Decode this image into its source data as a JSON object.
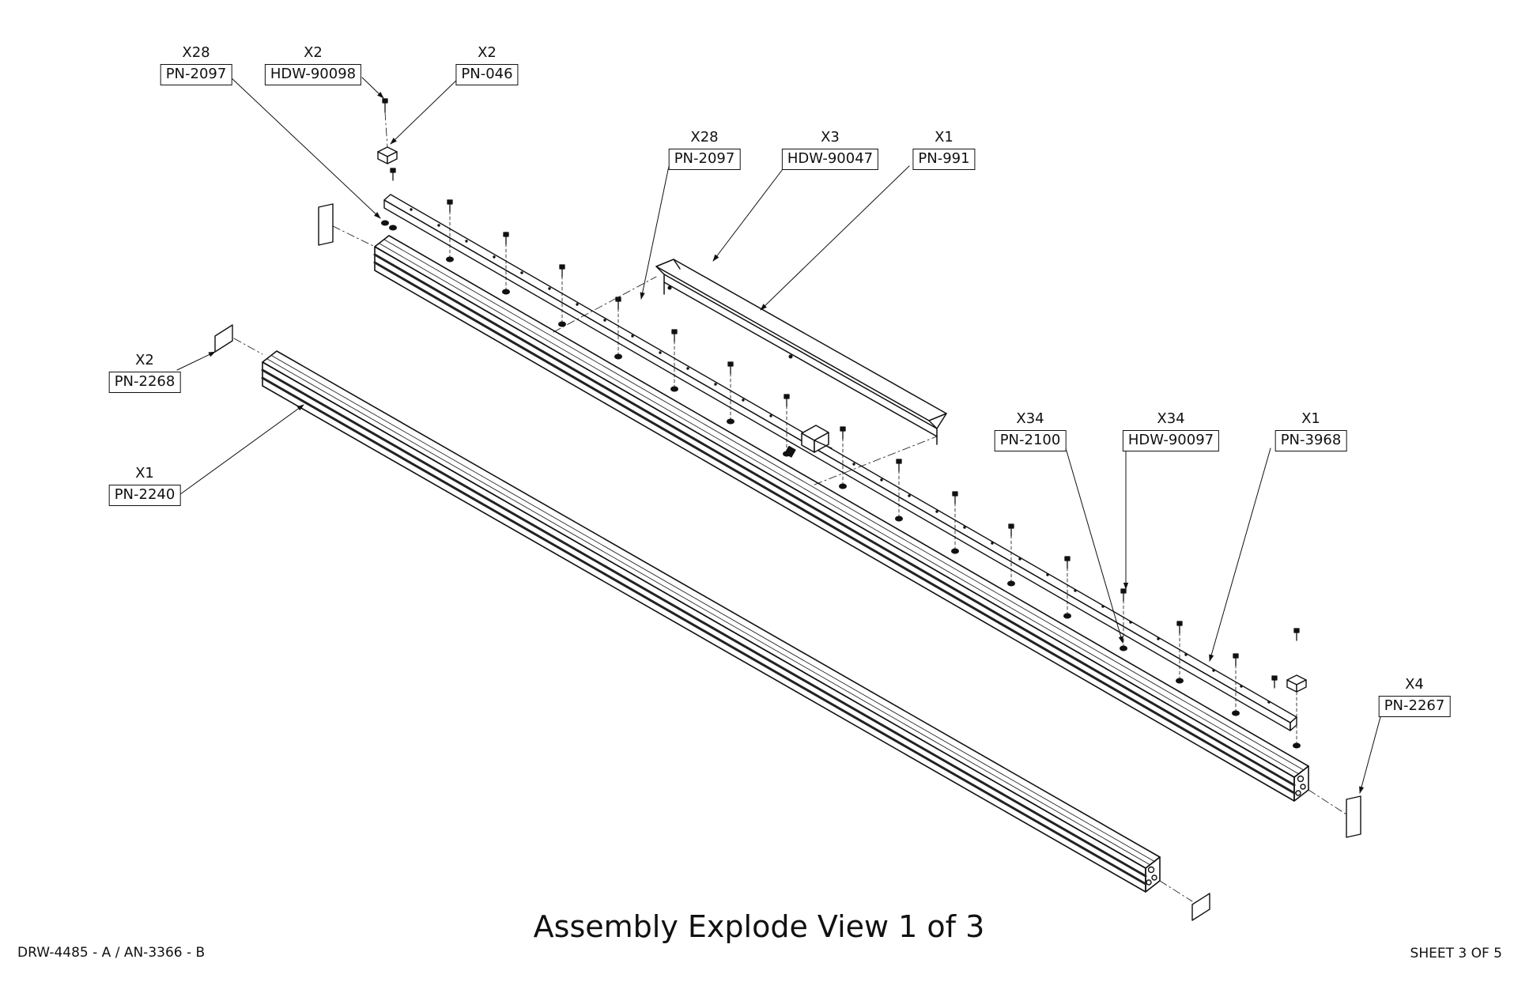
{
  "callouts": [
    {
      "qty": "X28",
      "pn": "PN-2097"
    },
    {
      "qty": "X2",
      "pn": "HDW-90098"
    },
    {
      "qty": "X2",
      "pn": "PN-046"
    },
    {
      "qty": "X28",
      "pn": "PN-2097"
    },
    {
      "qty": "X3",
      "pn": "HDW-90047"
    },
    {
      "qty": "X1",
      "pn": "PN-991"
    },
    {
      "qty": "X2",
      "pn": "PN-2268"
    },
    {
      "qty": "X1",
      "pn": "PN-2240"
    },
    {
      "qty": "X34",
      "pn": "PN-2100"
    },
    {
      "qty": "X34",
      "pn": "HDW-90097"
    },
    {
      "qty": "X1",
      "pn": "PN-3968"
    },
    {
      "qty": "X4",
      "pn": "PN-2267"
    }
  ],
  "view_title": "Assembly Explode View 1 of 3",
  "doc_number": "DRW-4485 - A / AN-3366 - B",
  "sheet": "SHEET 3 OF 5"
}
